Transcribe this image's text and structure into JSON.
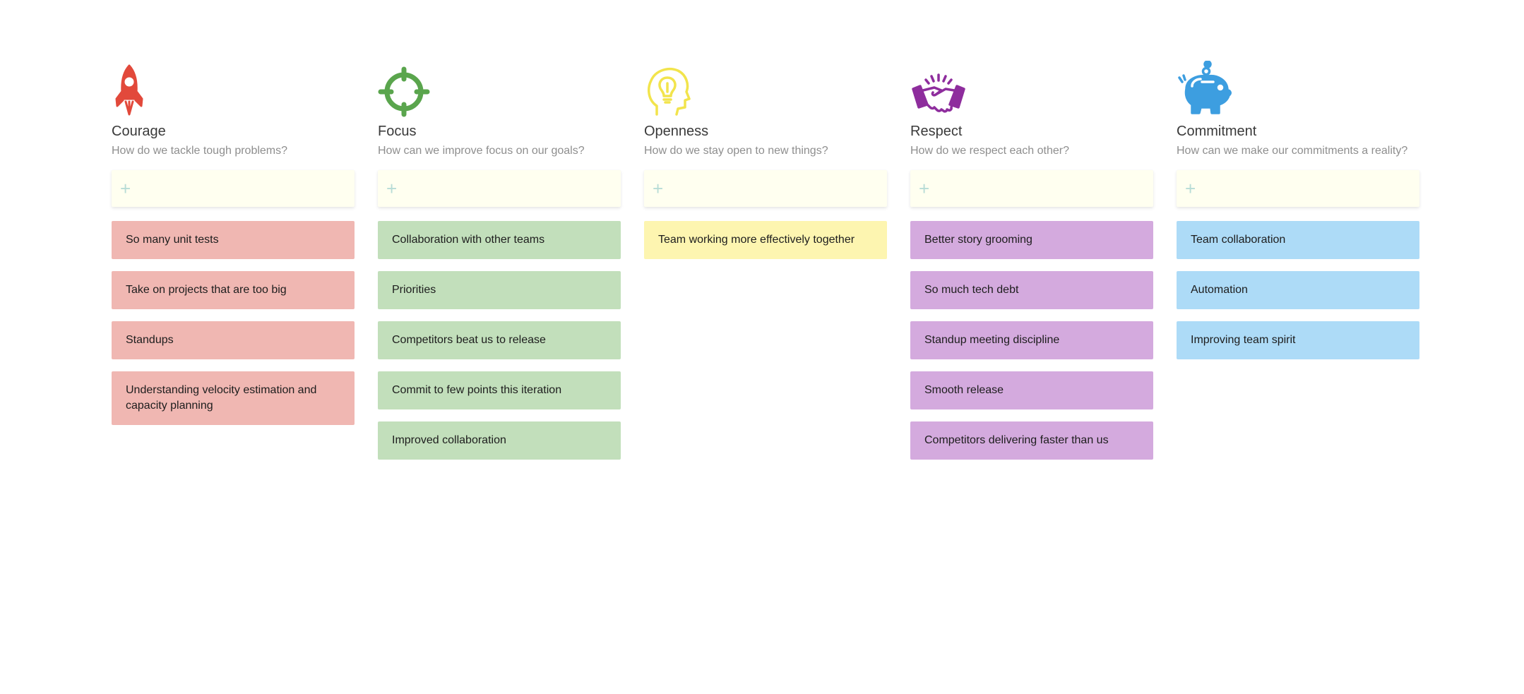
{
  "columns": [
    {
      "key": "courage",
      "title": "Courage",
      "subtitle": "How do we tackle tough problems?",
      "icon": "rocket-icon",
      "add_label": "+",
      "accent": "#e2493b",
      "card_color": "#f0b7b2",
      "cards": [
        "So many unit tests",
        "Take on projects that are too big",
        "Standups",
        "Understanding velocity estimation and capacity planning"
      ]
    },
    {
      "key": "focus",
      "title": "Focus",
      "subtitle": "How can we improve focus on our goals?",
      "icon": "crosshair-target-icon",
      "add_label": "+",
      "accent": "#5aa54d",
      "card_color": "#c2dfbb",
      "cards": [
        "Collaboration with other teams",
        "Priorities",
        "Competitors beat us to release",
        "Commit to few points this iteration",
        "Improved collaboration"
      ]
    },
    {
      "key": "openness",
      "title": "Openness",
      "subtitle": "How do we stay open to new things?",
      "icon": "lightbulb-head-icon",
      "add_label": "+",
      "accent": "#f2e44c",
      "card_color": "#fdf5b0",
      "cards": [
        "Team working more effectively together"
      ]
    },
    {
      "key": "respect",
      "title": "Respect",
      "subtitle": "How do we respect each other?",
      "icon": "handshake-icon",
      "add_label": "+",
      "accent": "#8e2d9d",
      "card_color": "#d4aade",
      "cards": [
        "Better story grooming",
        "So much tech debt",
        "Standup meeting discipline",
        "Smooth release",
        "Competitors delivering faster than us"
      ]
    },
    {
      "key": "commitment",
      "title": "Commitment",
      "subtitle": "How can we make our commitments a reality?",
      "icon": "piggy-bank-icon",
      "add_label": "+",
      "accent": "#3d9ee0",
      "card_color": "#addbf7",
      "cards": [
        "Team collaboration",
        "Automation",
        "Improving team spirit"
      ]
    }
  ]
}
